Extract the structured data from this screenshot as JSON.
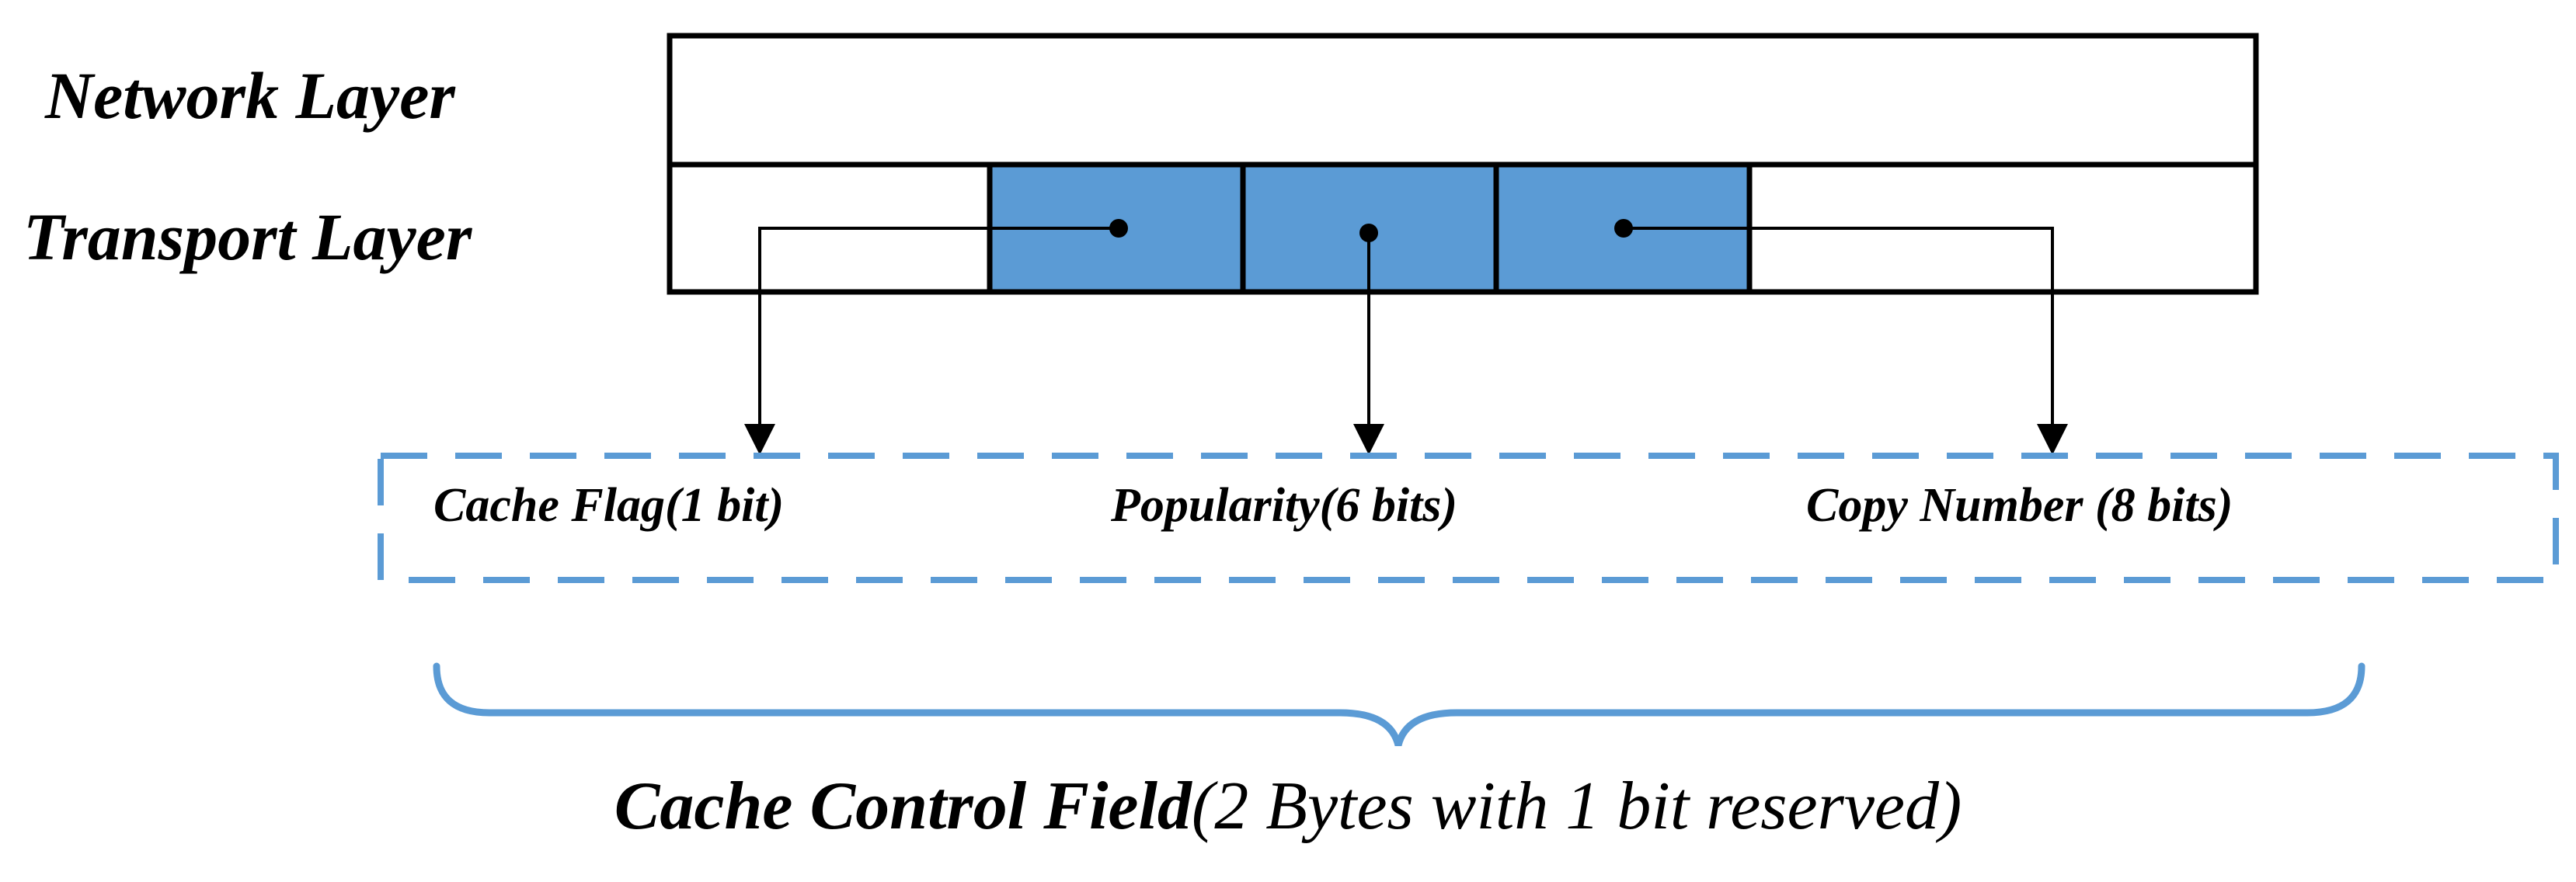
{
  "layers": {
    "network": "Network Layer",
    "transport": "Transport Layer"
  },
  "fields": {
    "cache_flag": "Cache Flag(1 bit)",
    "popularity": "Popularity(6 bits)",
    "copy_number": "Copy Number (8 bits)"
  },
  "caption": {
    "main": "Cache Control Field",
    "detail": "(2  Bytes with 1 bit reserved)"
  },
  "colors": {
    "field_fill": "#5b9bd5",
    "stroke": "#000000",
    "accent": "#5b9bd5"
  }
}
